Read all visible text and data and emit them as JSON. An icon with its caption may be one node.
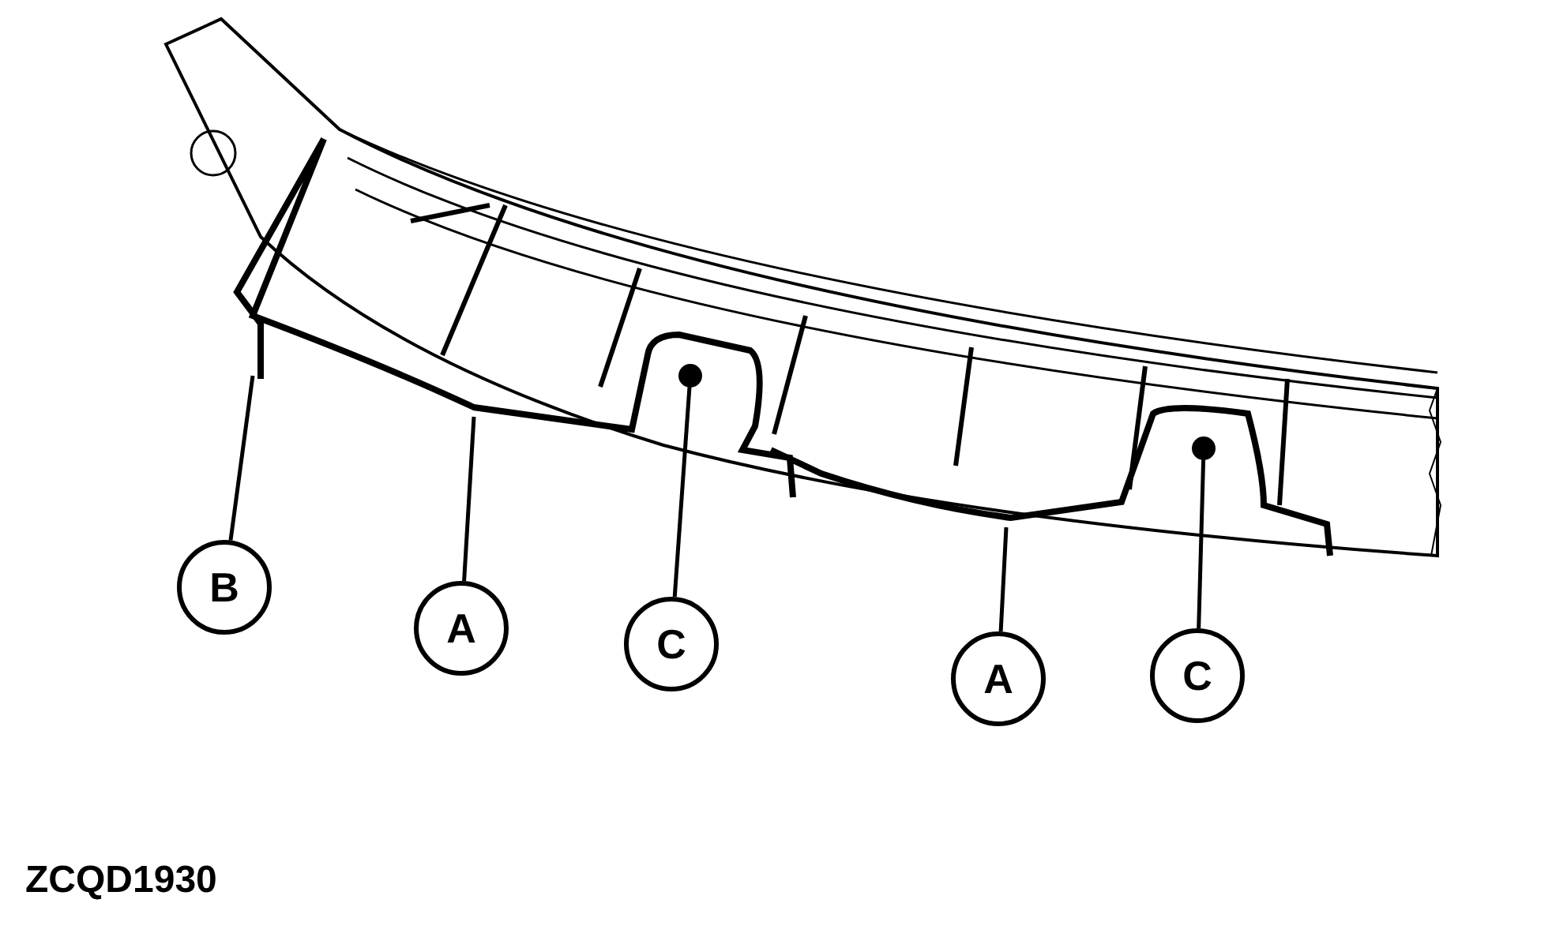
{
  "diagram": {
    "nodes": [
      {
        "text": [
          "B"
        ]
      },
      {
        "text": [
          "A"
        ]
      },
      {
        "text": [
          "C"
        ]
      },
      {
        "text": [
          "A"
        ]
      },
      {
        "text": [
          "C"
        ]
      }
    ],
    "edges": [
      {
        "from": 0,
        "to": null,
        "arrow": "none"
      },
      {
        "from": 1,
        "to": null,
        "arrow": "none"
      },
      {
        "from": 2,
        "to": null,
        "arrow": "other"
      },
      {
        "from": 3,
        "to": null,
        "arrow": "none"
      },
      {
        "from": 4,
        "to": null,
        "arrow": "other"
      }
    ],
    "labels": [
      "ZCQD1930"
    ]
  }
}
